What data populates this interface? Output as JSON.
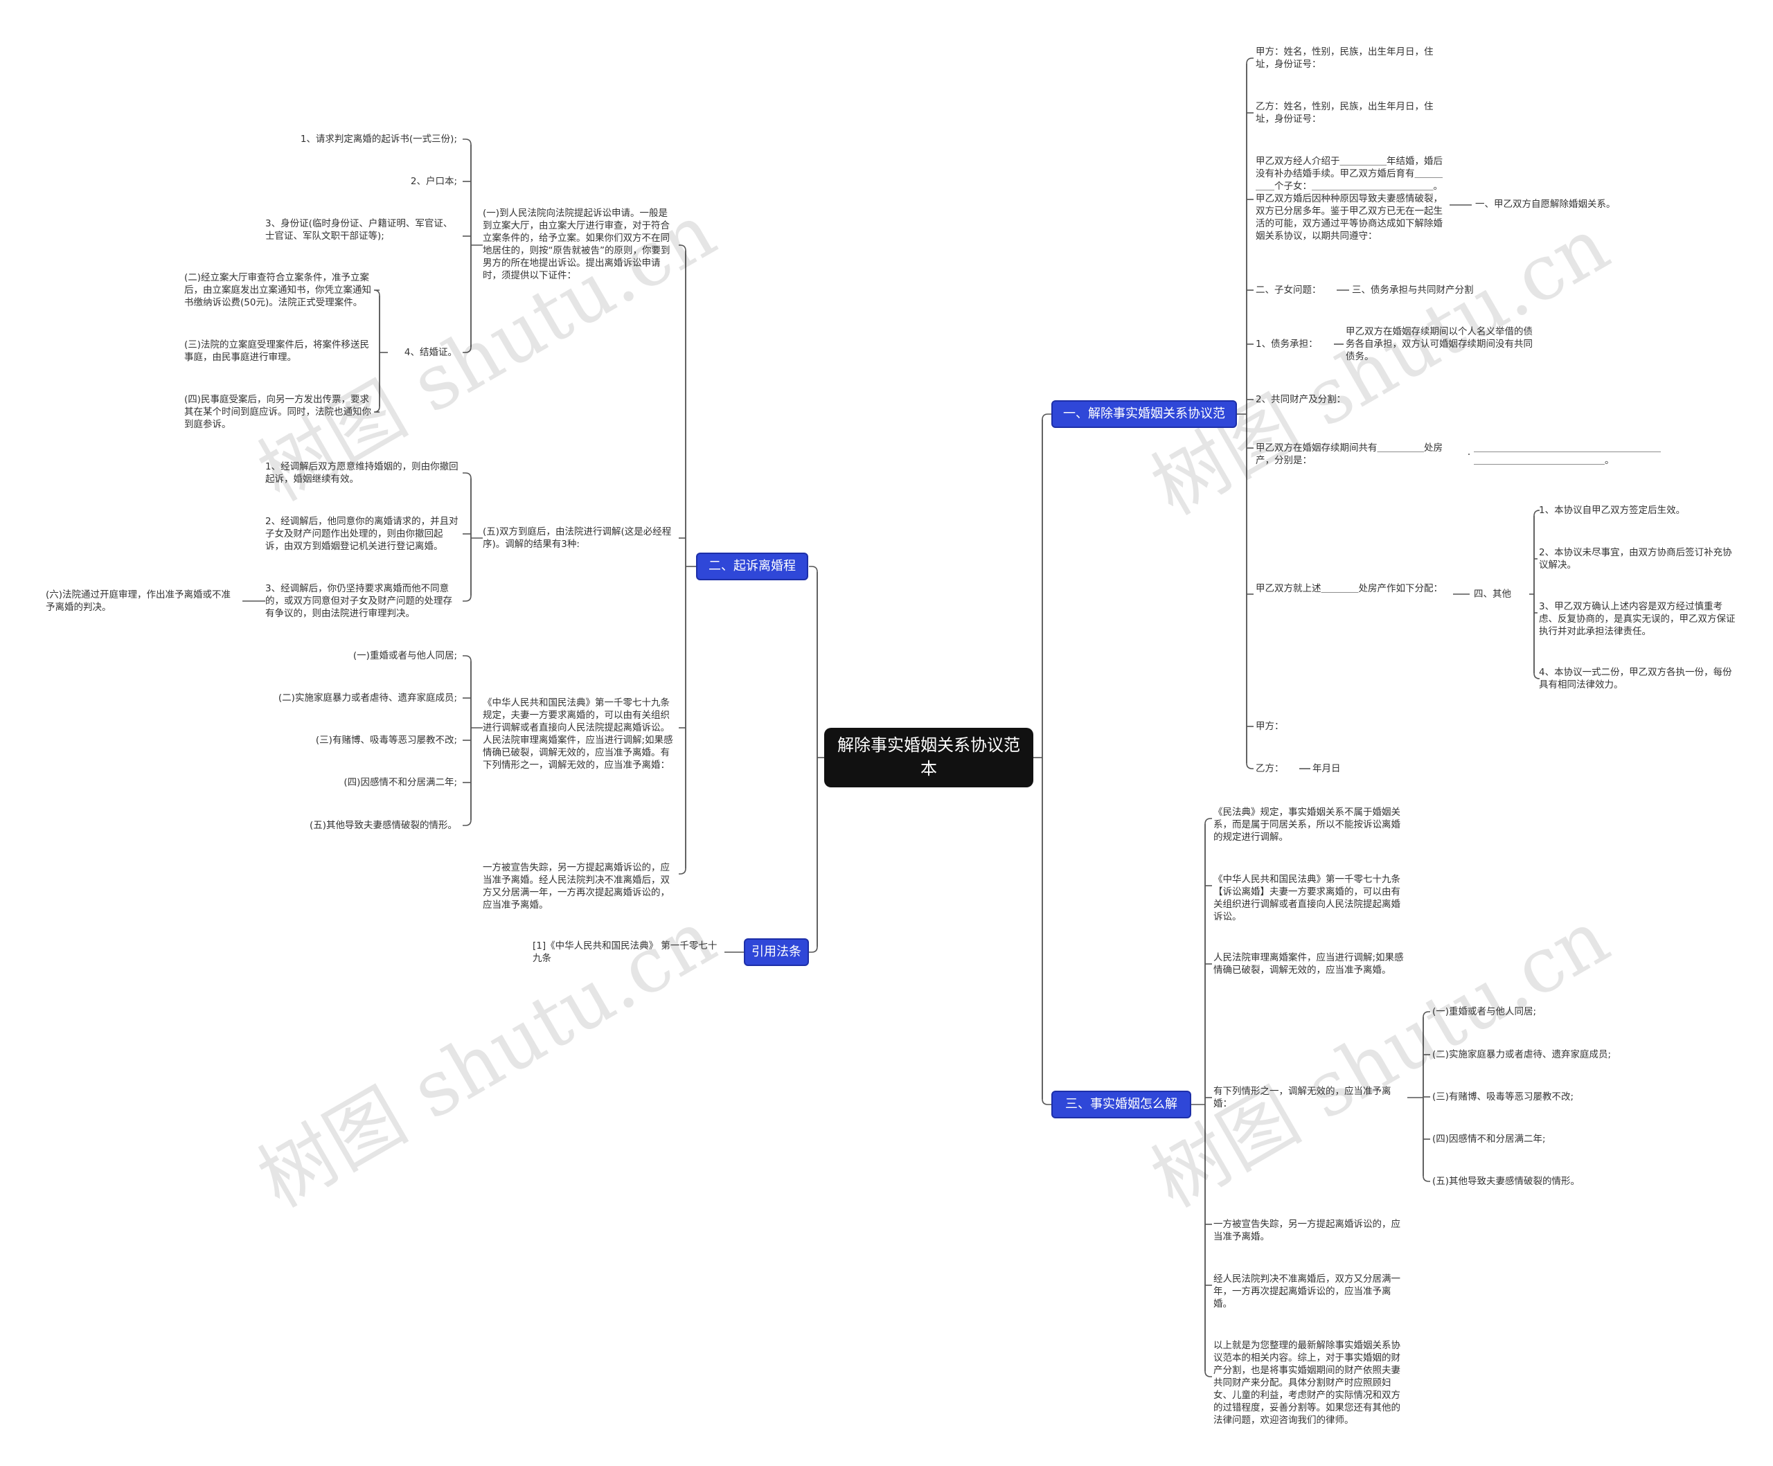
{
  "root": {
    "label": "解除事实婚姻关系协议范本"
  },
  "branches": {
    "b1": "一、解除事实婚姻关系协议范本",
    "b2": "二、起诉离婚程序",
    "b3": "引用法条",
    "b4": "三、事实婚姻怎么解除?"
  },
  "right1": {
    "jia": "甲方：姓名，性别，民族，出生年月日，住址，身份证号：",
    "yi": "乙方：姓名，性别，民族，出生年月日，住址，身份证号：",
    "intro": "甲乙双方经人介绍于＿＿＿＿＿年结婚，婚后没有补办结婚手续。甲乙双方婚后育有＿＿＿＿＿个子女：＿＿＿＿＿＿＿＿＿＿＿＿＿。甲乙双方婚后因种种原因导致夫妻感情破裂，双方已分居多年。鉴于甲乙双方已无在一起生活的可能，双方通过平等协商达成如下解除婚姻关系协议，以期共同遵守：",
    "intro_child": "一、甲乙双方自愿解除婚姻关系。",
    "children": "二、子女问题：",
    "children_child": "三、债务承担与共同财产分割",
    "debt": "1、债务承担：",
    "debt_child": "甲乙双方在婚姻存续期间以个人名义举借的债务各自承担，双方认可婚姻存续期间没有共同债务。",
    "property": "2、共同财产及分割：",
    "estate": "甲乙双方在婚姻存续期间共有＿＿＿＿＿处房产，分别是：",
    "estate_child": "＿＿＿＿＿＿＿＿＿＿＿＿＿＿＿＿＿＿＿＿＿＿＿＿＿＿＿＿＿＿＿＿＿＿。",
    "split": "甲乙双方就上述＿＿＿＿处房产作如下分配：",
    "other": "四、其他",
    "others": [
      "1、本协议自甲乙双方签定后生效。",
      "2、本协议未尽事宜，由双方协商后签订补充协议解决。",
      "3、甲乙双方确认上述内容是双方经过慎重考虑、反复协商的，是真实无误的，甲乙双方保证执行并对此承担法律责任。",
      "4、本协议一式二份，甲乙双方各执一份，每份具有相同法律效力。"
    ],
    "sign_jia": "甲方：",
    "sign_yi": "乙方：",
    "date": "年月日"
  },
  "right2": {
    "p1": "《民法典》规定，事实婚姻关系不属于婚姻关系，而是属于同居关系，所以不能按诉讼离婚的规定进行调解。",
    "p2": "《中华人民共和国民法典》第一千零七十九条【诉讼离婚】夫妻一方要求离婚的，可以由有关组织进行调解或者直接向人民法院提起离婚诉讼。",
    "p3": "人民法院审理离婚案件，应当进行调解;如果感情确已破裂，调解无效的，应当准予离婚。",
    "p4": "有下列情形之一，调解无效的，应当准予离婚：",
    "p4_items": [
      "(一)重婚或者与他人同居;",
      "(二)实施家庭暴力或者虐待、遗弃家庭成员;",
      "(三)有赌博、吸毒等恶习屡教不改;",
      "(四)因感情不和分居满二年;",
      "(五)其他导致夫妻感情破裂的情形。"
    ],
    "p5": "一方被宣告失踪，另一方提起离婚诉讼的，应当准予离婚。",
    "p6": "经人民法院判决不准离婚后，双方又分居满一年，一方再次提起离婚诉讼的，应当准予离婚。",
    "p7": "以上就是为您整理的最新解除事实婚姻关系协议范本的相关内容。综上，对于事实婚姻的财产分割，也是将事实婚姻期间的财产依照夫妻共同财产来分配。具体分割财产时应照顾妇女、儿童的利益，考虑财产的实际情况和双方的过错程度，妥善分割等。如果您还有其他的法律问题，欢迎咨询我们的律师。"
  },
  "left2": {
    "s1": "(一)到人民法院向法院提起诉讼申请。一般是到立案大厅，由立案大厅进行审查，对于符合立案条件的，给予立案。如果你们双方不在同地居住的，则按“原告就被告”的原则，你要到男方的所在地提出诉讼。提出离婚诉讼申请时，须提供以下证件：",
    "s1_items": [
      "1、请求判定离婚的起诉书(一式三份);",
      "2、户口本;",
      "3、身份证(临时身份证、户籍证明、军官证、士官证、军队文职干部证等);",
      "4、结婚证。"
    ],
    "s1_sub": [
      "(二)经立案大厅审查符合立案条件，准予立案后，由立案庭发出立案通知书，你凭立案通知书缴纳诉讼费(50元)。法院正式受理案件。",
      "(三)法院的立案庭受理案件后，将案件移送民事庭，由民事庭进行审理。",
      "(四)民事庭受案后，向另一方发出传票，要求其在某个时间到庭应诉。同时，法院也通知你到庭参诉。"
    ],
    "s2": "(五)双方到庭后，由法院进行调解(这是必经程序)。调解的结果有3种:",
    "s2_items": [
      "1、经调解后双方愿意维持婚姻的，则由你撤回起诉，婚姻继续有效。",
      "2、经调解后，他同意你的离婚请求的，并且对子女及财产问题作出处理的，则由你撤回起诉，由双方到婚姻登记机关进行登记离婚。",
      "3、经调解后，你仍坚持要求离婚而他不同意的，或双方同意但对子女及财产问题的处理存有争议的，则由法院进行审理判决。"
    ],
    "s2_sub": "(六)法院通过开庭审理，作出准予离婚或不准予离婚的判决。",
    "s3": "《中华人民共和国民法典》第一千零七十九条规定，夫妻一方要求离婚的，可以由有关组织进行调解或者直接向人民法院提起离婚诉讼。人民法院审理离婚案件，应当进行调解;如果感情确已破裂，调解无效的，应当准予离婚。有下列情形之一，调解无效的，应当准予离婚：",
    "s3_items": [
      "(一)重婚或者与他人同居;",
      "(二)实施家庭暴力或者虐待、遗弃家庭成员;",
      "(三)有赌博、吸毒等恶习屡教不改;",
      "(四)因感情不和分居满二年;",
      "(五)其他导致夫妻感情破裂的情形。"
    ],
    "s4": "一方被宣告失踪，另一方提起离婚诉讼的，应当准予离婚。经人民法院判决不准离婚后，双方又分居满一年，一方再次提起离婚诉讼的，应当准予离婚。"
  },
  "left3": {
    "law": "[1]《中华人民共和国民法典》 第一千零七十九条"
  },
  "watermark": "树图 shutu.cn",
  "colors": {
    "branch": "#2f47d8",
    "root": "#111111",
    "line": "#555555"
  }
}
